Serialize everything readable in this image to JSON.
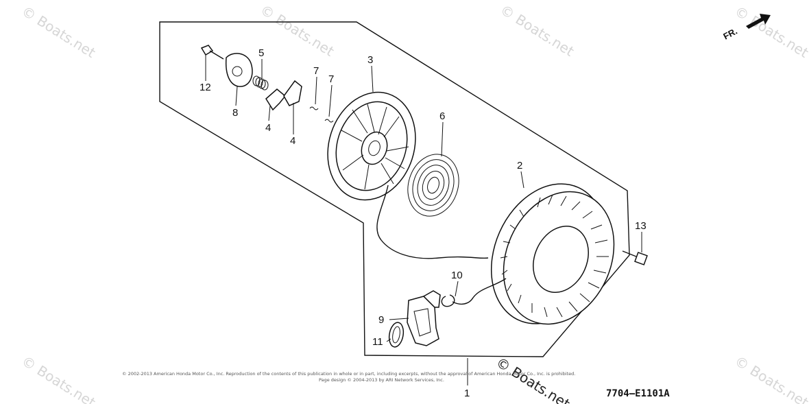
{
  "diagram": {
    "drawing_code": "7704—E1101A",
    "orientation_label": "FR.",
    "watermark": "© Boats.net",
    "copyright_line_1": "© 2002-2013 American Honda Motor Co., Inc. Reproduction of the contents of this publication in whole or in part, including excerpts, without the approval of American Honda Motor Co., Inc. is prohibited.",
    "copyright_line_2": "Page design © 2004-2013 by ARI Network Services, Inc.",
    "callouts": {
      "c1": "1",
      "c2": "2",
      "c3": "3",
      "c4a": "4",
      "c4b": "4",
      "c5": "5",
      "c6": "6",
      "c7a": "7",
      "c7b": "7",
      "c8": "8",
      "c9": "9",
      "c10": "10",
      "c11": "11",
      "c12": "12",
      "c13": "13"
    }
  }
}
